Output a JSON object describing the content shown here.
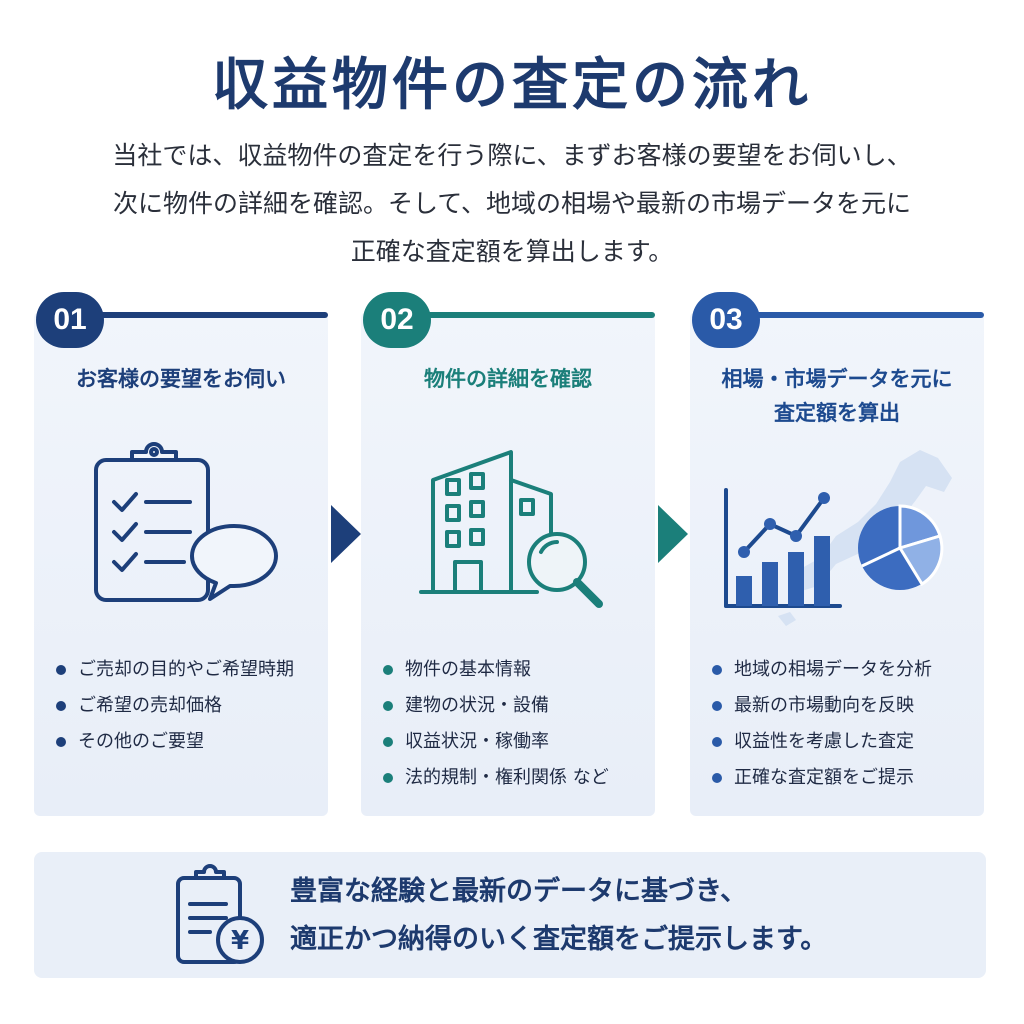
{
  "title": "収益物件の査定の流れ",
  "intro": [
    "当社では、収益物件の査定を行う際に、まずお客様の要望をお伺いし、",
    "次に物件の詳細を確認。そして、地域の相場や最新の市場データを元に",
    "正確な査定額を算出します。"
  ],
  "steps": [
    {
      "number": "01",
      "title_lines": [
        "お客様の要望をお伺い"
      ],
      "items": [
        "ご売却の目的やご希望時期",
        "ご希望の売却価格",
        "その他のご要望"
      ],
      "color": "#1d3f7a"
    },
    {
      "number": "02",
      "title_lines": [
        "物件の詳細を確認"
      ],
      "items": [
        "物件の基本情報",
        "建物の状況・設備",
        "収益状況・稼働率",
        "法的規制・権利関係 など"
      ],
      "color": "#1b7f7a"
    },
    {
      "number": "03",
      "title_lines": [
        "相場・市場データを元に",
        "査定額を算出"
      ],
      "items": [
        "地域の相場データを分析",
        "最新の市場動向を反映",
        "収益性を考慮した査定",
        "正確な査定額をご提示"
      ],
      "color": "#2a5aa8"
    }
  ],
  "icons": {
    "step1": "clipboard-checklist-speech-bubble-icon",
    "step2": "building-magnifier-icon",
    "step3": "chart-pie-japan-map-icon",
    "footer": "clipboard-yen-icon"
  },
  "footer": {
    "lines": [
      "豊富な経験と最新のデータに基づき、",
      "適正かつ納得のいく査定額をご提示します。"
    ]
  }
}
